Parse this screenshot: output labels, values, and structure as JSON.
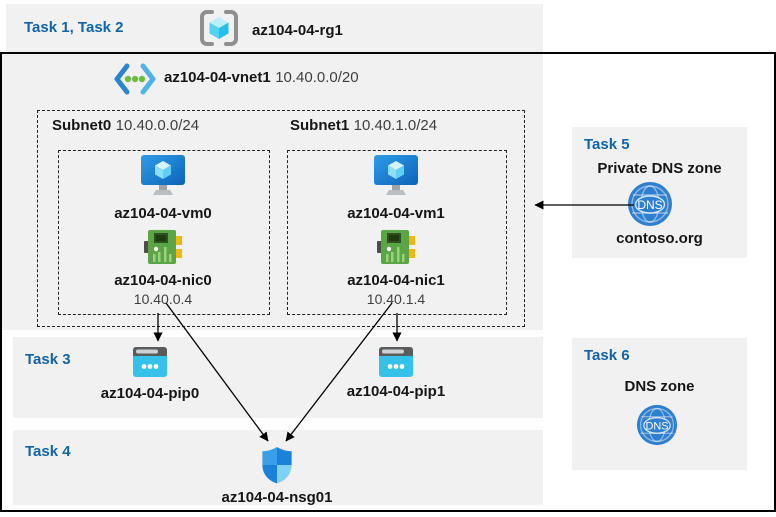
{
  "header": {
    "tasks_label": "Task 1, Task 2",
    "resource_group": "az104-04-rg1"
  },
  "vnet": {
    "name": "az104-04-vnet1",
    "cidr": "10.40.0.0/20"
  },
  "subnets": [
    {
      "name": "Subnet0",
      "cidr": "10.40.0.0/24",
      "vm_name": "az104-04-vm0",
      "nic_name": "az104-04-nic0",
      "nic_ip": "10.40.0.4"
    },
    {
      "name": "Subnet1",
      "cidr": "10.40.1.0/24",
      "vm_name": "az104-04-vm1",
      "nic_name": "az104-04-nic1",
      "nic_ip": "10.40.1.4"
    }
  ],
  "task3": {
    "label": "Task 3",
    "pip0": "az104-04-pip0",
    "pip1": "az104-04-pip1"
  },
  "task4": {
    "label": "Task 4",
    "nsg_name": "az104-04-nsg01"
  },
  "task5": {
    "label": "Task 5",
    "title": "Private DNS zone",
    "zone_name": "contoso.org"
  },
  "task6": {
    "label": "Task 6",
    "title": "DNS zone"
  },
  "icons": {
    "dns_text": "DNS"
  },
  "colors": {
    "task_heading": "#1164a8",
    "band_fill": "#f1f1f1",
    "figure_border": "#000000",
    "vm_blue": "#1476cd",
    "nic_green": "#5aa546",
    "pip_cyan": "#35c2ea",
    "dns_blue": "#2e7fd0",
    "shield_blue": "#1b82d9"
  }
}
